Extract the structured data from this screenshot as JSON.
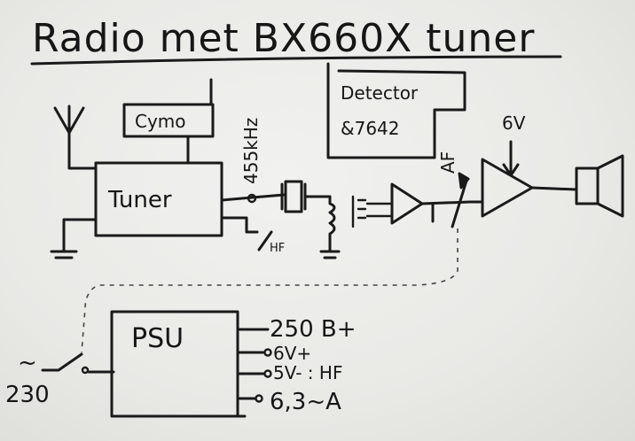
{
  "title": "Radio met BX660X tuner",
  "blocks": {
    "cymo": "Cymo",
    "tuner": "Tuner",
    "detector_line1": "Detector",
    "detector_line2": "&7642",
    "psu": "PSU"
  },
  "labels": {
    "if_freq": "455kHz",
    "hf": "HF",
    "af": "AF",
    "amp_supply": "6V",
    "mains_symbol": "~",
    "mains_voltage": "230"
  },
  "psu_outputs": [
    {
      "label": "250 B+"
    },
    {
      "label": "6V+"
    },
    {
      "label": "5V- : HF"
    },
    {
      "label": "6,3~A"
    }
  ]
}
